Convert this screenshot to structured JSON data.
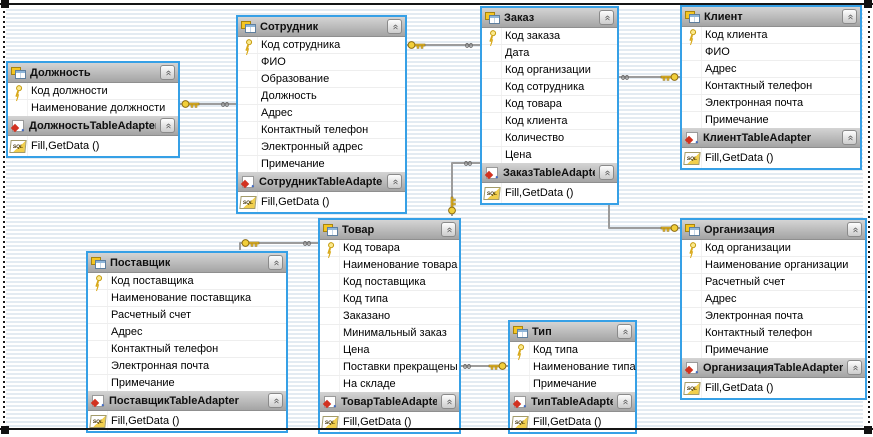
{
  "diagram": {
    "tables": [
      {
        "title": "Должность",
        "adapter": "ДолжностьTableAdapter",
        "method": "Fill,GetData ()",
        "rows": [
          {
            "label": "Код должности",
            "key": true
          },
          {
            "label": "Наименование должности",
            "key": false
          }
        ]
      },
      {
        "title": "Сотрудник",
        "adapter": "СотрудникTableAdapter",
        "method": "Fill,GetData ()",
        "rows": [
          {
            "label": "Код сотрудника",
            "key": true
          },
          {
            "label": "ФИО",
            "key": false
          },
          {
            "label": "Образование",
            "key": false
          },
          {
            "label": "Должность",
            "key": false
          },
          {
            "label": "Адрес",
            "key": false
          },
          {
            "label": "Контактный телефон",
            "key": false
          },
          {
            "label": "Электронный адрес",
            "key": false
          },
          {
            "label": "Примечание",
            "key": false
          }
        ]
      },
      {
        "title": "Заказ",
        "adapter": "ЗаказTableAdapter",
        "method": "Fill,GetData ()",
        "rows": [
          {
            "label": "Код заказа",
            "key": true
          },
          {
            "label": "Дата",
            "key": false
          },
          {
            "label": "Код организации",
            "key": false
          },
          {
            "label": "Код сотрудника",
            "key": false
          },
          {
            "label": "Код товара",
            "key": false
          },
          {
            "label": "Код клиента",
            "key": false
          },
          {
            "label": "Количество",
            "key": false
          },
          {
            "label": "Цена",
            "key": false
          }
        ]
      },
      {
        "title": "Клиент",
        "adapter": "КлиентTableAdapter",
        "method": "Fill,GetData ()",
        "rows": [
          {
            "label": "Код клиента",
            "key": true
          },
          {
            "label": "ФИО",
            "key": false
          },
          {
            "label": "Адрес",
            "key": false
          },
          {
            "label": "Контактный телефон",
            "key": false
          },
          {
            "label": "Электронная почта",
            "key": false
          },
          {
            "label": "Примечание",
            "key": false
          }
        ]
      },
      {
        "title": "Поставщик",
        "adapter": "ПоставщикTableAdapter",
        "method": "Fill,GetData ()",
        "rows": [
          {
            "label": "Код поставщика",
            "key": true
          },
          {
            "label": "Наименование поставщика",
            "key": false
          },
          {
            "label": "Расчетный счет",
            "key": false
          },
          {
            "label": "Адрес",
            "key": false
          },
          {
            "label": "Контактный телефон",
            "key": false
          },
          {
            "label": "Электронная почта",
            "key": false
          },
          {
            "label": "Примечание",
            "key": false
          }
        ]
      },
      {
        "title": "Товар",
        "adapter": "ТоварTableAdapter",
        "method": "Fill,GetData ()",
        "rows": [
          {
            "label": "Код товара",
            "key": true
          },
          {
            "label": "Наименование товара",
            "key": false
          },
          {
            "label": "Код поставщика",
            "key": false
          },
          {
            "label": "Код типа",
            "key": false
          },
          {
            "label": "Заказано",
            "key": false
          },
          {
            "label": "Минимальный заказ",
            "key": false
          },
          {
            "label": "Цена",
            "key": false
          },
          {
            "label": "Поставки прекращены",
            "key": false
          },
          {
            "label": "На складе",
            "key": false
          }
        ]
      },
      {
        "title": "Тип",
        "adapter": "ТипTableAdapter",
        "method": "Fill,GetData ()",
        "rows": [
          {
            "label": "Код типа",
            "key": true
          },
          {
            "label": "Наименование типа",
            "key": false
          },
          {
            "label": "Примечание",
            "key": false
          }
        ]
      },
      {
        "title": "Организация",
        "adapter": "ОрганизацияTableAdapter",
        "method": "Fill,GetData ()",
        "rows": [
          {
            "label": "Код организации",
            "key": true
          },
          {
            "label": "Наименование организации",
            "key": false
          },
          {
            "label": "Расчетный счет",
            "key": false
          },
          {
            "label": "Адрес",
            "key": false
          },
          {
            "label": "Электронная почта",
            "key": false
          },
          {
            "label": "Контактный телефон",
            "key": false
          },
          {
            "label": "Примечание",
            "key": false
          }
        ]
      }
    ],
    "relations": [
      {
        "from": "Должность",
        "to": "Сотрудник",
        "from_marker": "key",
        "to_marker": "infinity"
      },
      {
        "from": "Сотрудник",
        "to": "Заказ",
        "from_marker": "key",
        "to_marker": "infinity"
      },
      {
        "from": "Клиент",
        "to": "Заказ",
        "from_marker": "key",
        "to_marker": "infinity"
      },
      {
        "from": "Товар",
        "to": "Заказ",
        "from_marker": "key",
        "to_marker": "infinity"
      },
      {
        "from": "Организация",
        "to": "Заказ",
        "from_marker": "key",
        "to_marker": "infinity"
      },
      {
        "from": "Поставщик",
        "to": "Товар",
        "from_marker": "key",
        "to_marker": "infinity"
      },
      {
        "from": "Тип",
        "to": "Товар",
        "from_marker": "key",
        "to_marker": "infinity"
      }
    ],
    "icons": {
      "table_icon": "grid-table",
      "adapter_icon": "component",
      "method_icon": "sql-script",
      "primary_key_icon": "key",
      "collapse_icon": "double-chevron-up",
      "relation_one_end": "key",
      "relation_many_end": "infinity"
    },
    "colors": {
      "table_border": "#36a0e6",
      "header_gray": "#a4a4a4",
      "canvas_stripe": "#e3ebf2",
      "connector": "#9c9c9c",
      "key_gold": "#edc126",
      "frame_black": "#151515"
    }
  }
}
